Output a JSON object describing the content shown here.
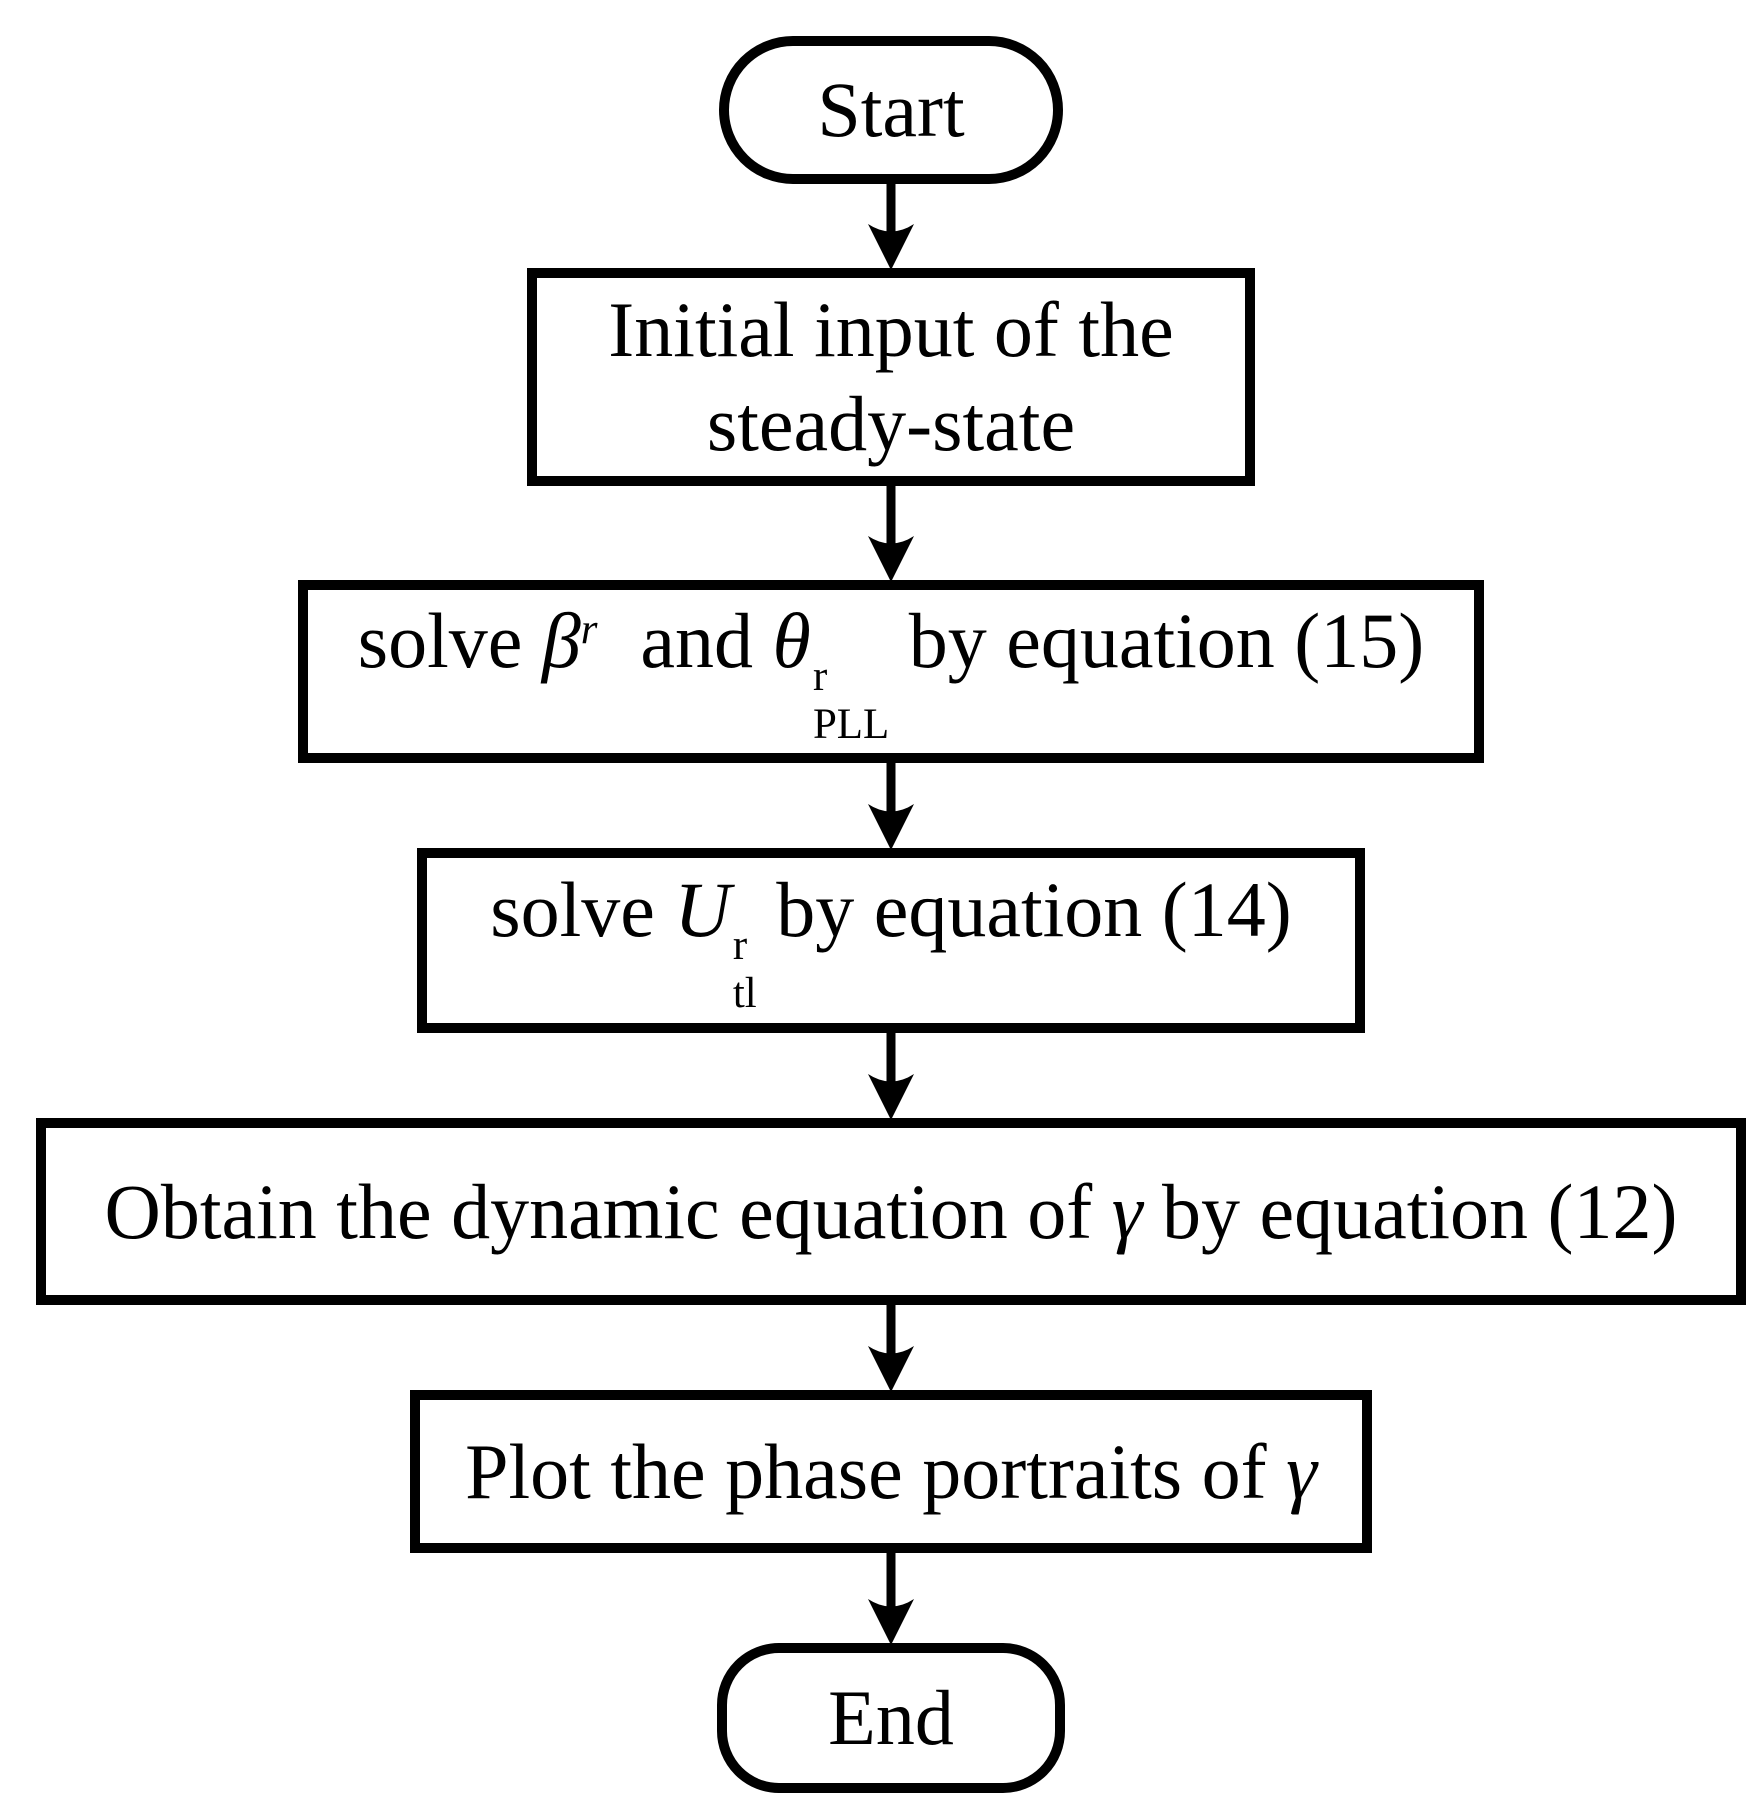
{
  "figure": {
    "background_color": "#ffffff",
    "stroke_color": "#000000",
    "nodes": {
      "start": {
        "label": "Start"
      },
      "input": {
        "line1": "Initial input of the",
        "line2": "steady-state"
      },
      "solve_eq15": {
        "pre": "solve ",
        "beta": "β",
        "beta_sup": "r",
        "and": " and ",
        "theta": "θ",
        "theta_sup": "r",
        "theta_sub": "PLL",
        "post": " by equation (15)"
      },
      "solve_eq14": {
        "pre": "solve ",
        "u": "U",
        "u_sup": "r",
        "u_sub": "tl",
        "post": " by equation (14)"
      },
      "dynamic_eq12": {
        "pre": "Obtain the dynamic equation of ",
        "gamma": "γ",
        "post": " by equation (12)"
      },
      "plot": {
        "pre": "Plot the phase portraits of ",
        "gamma": "γ"
      },
      "end": {
        "label": "End"
      }
    }
  }
}
